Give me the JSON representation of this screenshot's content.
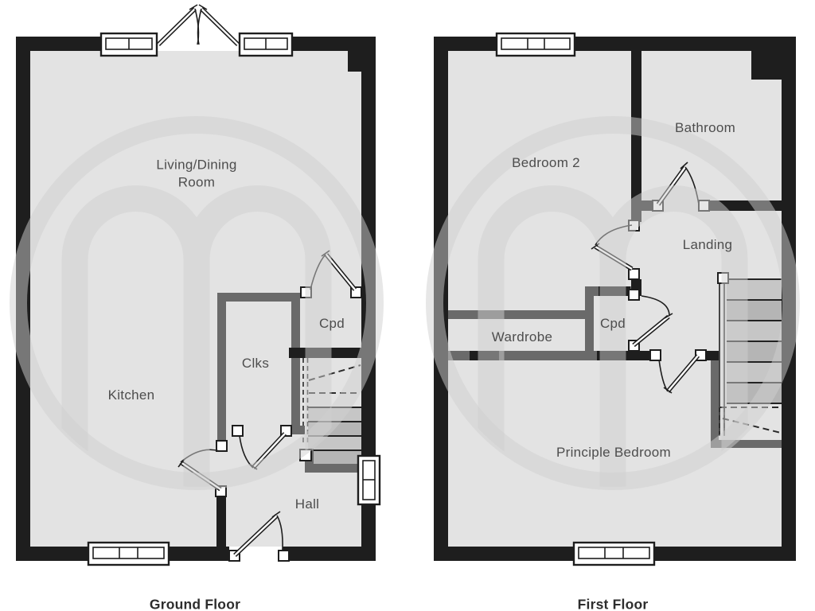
{
  "colors": {
    "background": "#ffffff",
    "exterior_wall": "#1e1e1e",
    "partition_wall": "#6a6a6a",
    "floor_fill": "#e3e3e3",
    "room_label": "#4d4d4d",
    "floor_title": "#2d2d2d",
    "tread_light": "#c6c6c6",
    "tread_dark": "#b5b5b5",
    "watermark": "#d0d0d0"
  },
  "plans": [
    {
      "title": "Ground Floor",
      "rooms": [
        {
          "name": "living-dining-room",
          "label": "Living/Dining\nRoom"
        },
        {
          "name": "kitchen",
          "label": "Kitchen"
        },
        {
          "name": "clks",
          "label": "Clks"
        },
        {
          "name": "cpd",
          "label": "Cpd"
        },
        {
          "name": "hall",
          "label": "Hall"
        }
      ]
    },
    {
      "title": "First Floor",
      "rooms": [
        {
          "name": "bedroom-2",
          "label": "Bedroom 2"
        },
        {
          "name": "bathroom",
          "label": "Bathroom"
        },
        {
          "name": "landing",
          "label": "Landing"
        },
        {
          "name": "wardrobe",
          "label": "Wardrobe"
        },
        {
          "name": "cpd",
          "label": "Cpd"
        },
        {
          "name": "principle-bedroom",
          "label": "Principle Bedroom"
        }
      ]
    }
  ]
}
